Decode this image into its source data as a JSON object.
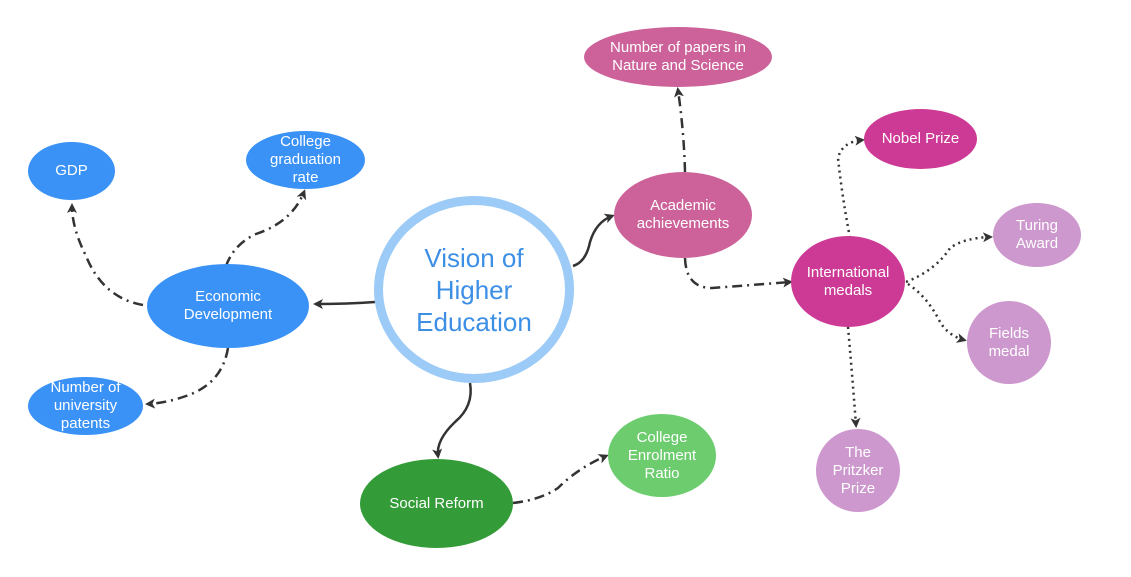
{
  "center": {
    "label": "Vision of\nHigher\nEducation"
  },
  "nodes": {
    "economic_development": {
      "label": "Economic\nDevelopment"
    },
    "gdp": {
      "label": "GDP"
    },
    "college_graduation_rate": {
      "label": "College\ngraduation\nrate"
    },
    "university_patents": {
      "label": "Number of\nuniversity\npatents"
    },
    "academic_achievements": {
      "label": "Academic\nachievements"
    },
    "papers_nature_science": {
      "label": "Number of papers in\nNature and Science"
    },
    "international_medals": {
      "label": "International\nmedals"
    },
    "nobel_prize": {
      "label": "Nobel Prize"
    },
    "turing_award": {
      "label": "Turing\nAward"
    },
    "fields_medal": {
      "label": "Fields\nmedal"
    },
    "pritzker_prize": {
      "label": "The\nPritzker\nPrize"
    },
    "social_reform": {
      "label": "Social Reform"
    },
    "college_enrolment_ratio": {
      "label": "College\nEnrolment\nRatio"
    }
  },
  "colors": {
    "center_ring": "#9ccbf7",
    "center_text": "#3d8fe6",
    "economic_branch": "#3a92f7",
    "academic": "#cc6299",
    "medals": "#cd3a95",
    "medal_children": "#cd98cd",
    "social_reform": "#339b38",
    "enrolment": "#6ccc6e",
    "connector": "#333333"
  }
}
